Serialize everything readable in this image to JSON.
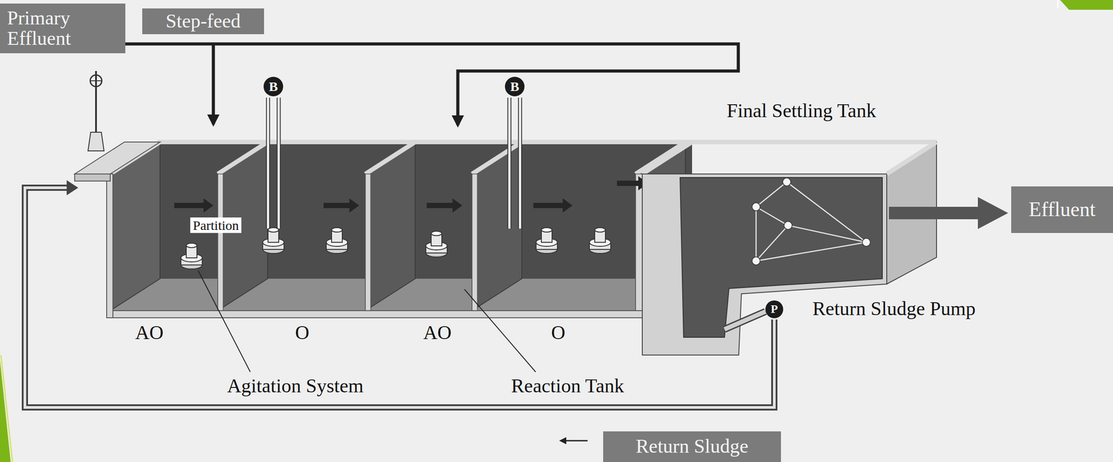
{
  "diagram": {
    "nodes": [
      {
        "text": [
          "Primary Effluent"
        ]
      },
      {
        "text": [
          "Step-feed"
        ]
      },
      {
        "text": [
          "B"
        ]
      },
      {
        "text": [
          "B"
        ]
      },
      {
        "text": [
          "Effluent"
        ]
      },
      {
        "text": [
          "P"
        ]
      },
      {
        "text": [
          "Return Sludge"
        ]
      }
    ],
    "labels": [
      "Final Settling Tank",
      "Partition",
      "Return Sludge Pump",
      "AO",
      "O",
      "AO",
      "O",
      "Agitation System",
      "Reaction Tank"
    ]
  }
}
